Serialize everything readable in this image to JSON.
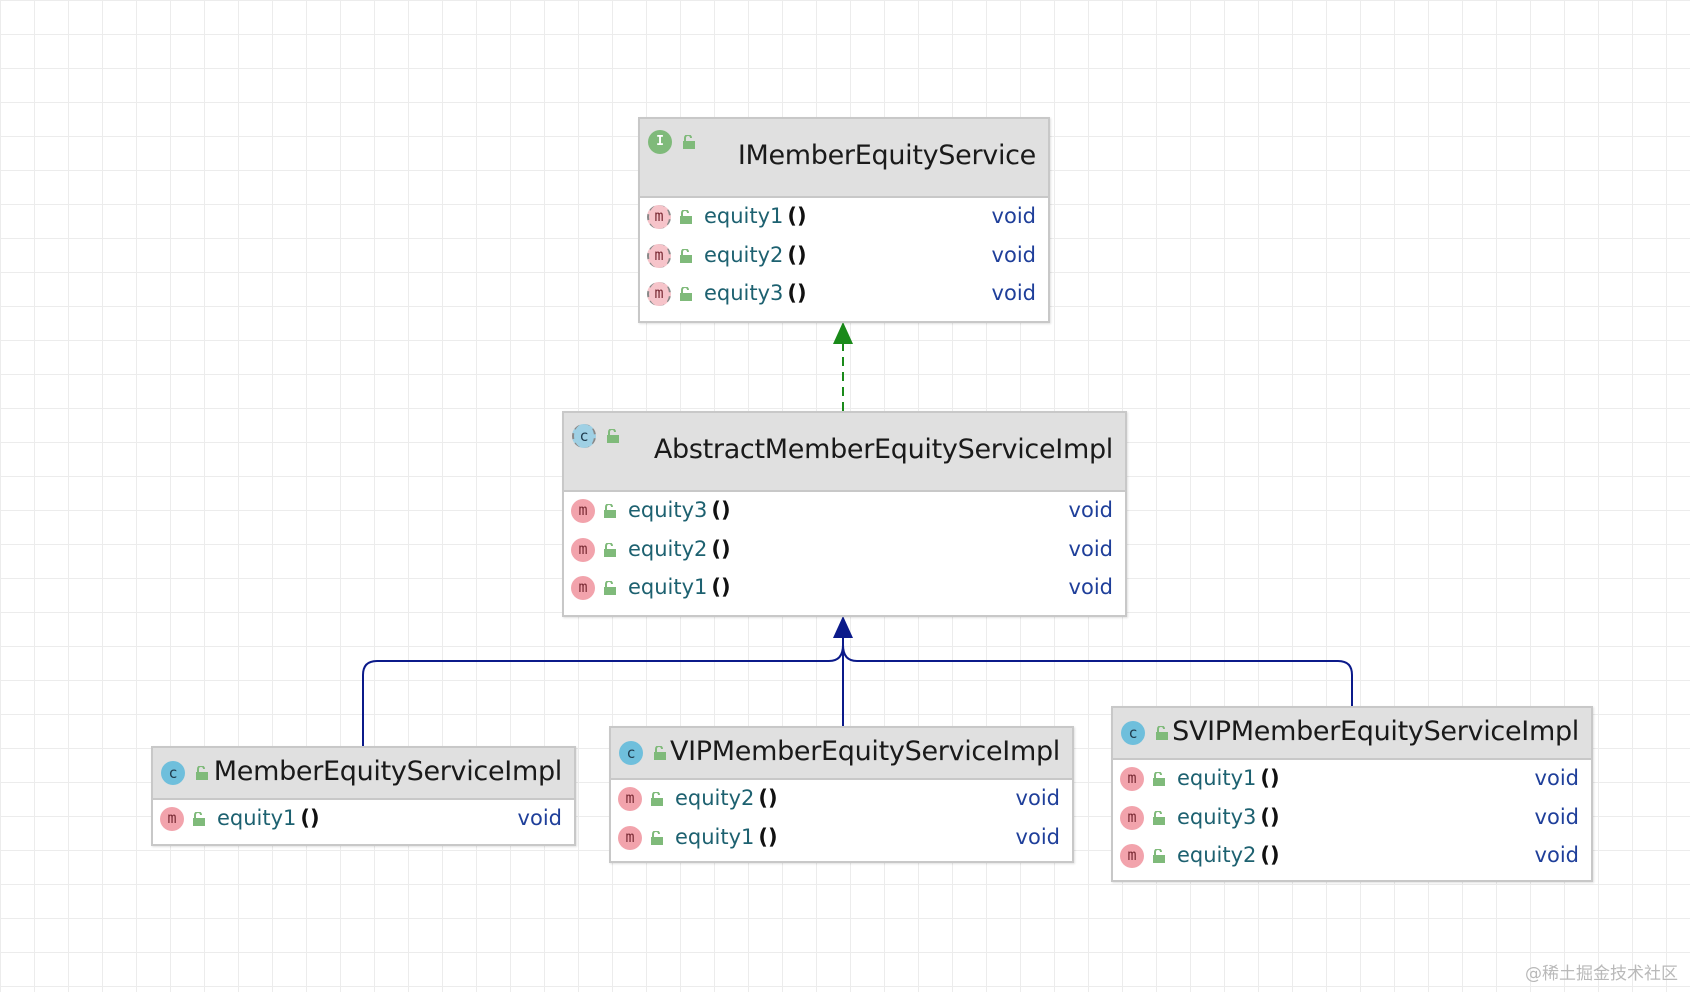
{
  "colors": {
    "interface_icon": "#7fba7a",
    "class_icon": "#6fbfdc",
    "method_icon": "#f2a3ac",
    "realization_arrow": "#1a8a1a",
    "generalization_arrow": "#0b1a8a",
    "method_name": "#1d6170",
    "return_type": "#1f3f9a",
    "header_bg": "#e0e0e0"
  },
  "nodes": {
    "iface": {
      "kind_letter": "I",
      "kind": "interface",
      "title": "IMemberEquityService",
      "methods": [
        {
          "icon_letter": "m",
          "name": "equity1",
          "parens": "()",
          "type": "void"
        },
        {
          "icon_letter": "m",
          "name": "equity2",
          "parens": "()",
          "type": "void"
        },
        {
          "icon_letter": "m",
          "name": "equity3",
          "parens": "()",
          "type": "void"
        }
      ]
    },
    "abstract": {
      "kind_letter": "c",
      "kind": "abstract-class",
      "title": "AbstractMemberEquityServiceImpl",
      "methods": [
        {
          "icon_letter": "m",
          "name": "equity3",
          "parens": "()",
          "type": "void"
        },
        {
          "icon_letter": "m",
          "name": "equity2",
          "parens": "()",
          "type": "void"
        },
        {
          "icon_letter": "m",
          "name": "equity1",
          "parens": "()",
          "type": "void"
        }
      ]
    },
    "member": {
      "kind_letter": "c",
      "kind": "class",
      "title": "MemberEquityServiceImpl",
      "methods": [
        {
          "icon_letter": "m",
          "name": "equity1",
          "parens": "()",
          "type": "void"
        }
      ]
    },
    "vip": {
      "kind_letter": "c",
      "kind": "class",
      "title": "VIPMemberEquityServiceImpl",
      "methods": [
        {
          "icon_letter": "m",
          "name": "equity2",
          "parens": "()",
          "type": "void"
        },
        {
          "icon_letter": "m",
          "name": "equity1",
          "parens": "()",
          "type": "void"
        }
      ]
    },
    "svip": {
      "kind_letter": "c",
      "kind": "class",
      "title": "SVIPMemberEquityServiceImpl",
      "methods": [
        {
          "icon_letter": "m",
          "name": "equity1",
          "parens": "()",
          "type": "void"
        },
        {
          "icon_letter": "m",
          "name": "equity3",
          "parens": "()",
          "type": "void"
        },
        {
          "icon_letter": "m",
          "name": "equity2",
          "parens": "()",
          "type": "void"
        }
      ]
    }
  },
  "relations": [
    {
      "from": "AbstractMemberEquityServiceImpl",
      "to": "IMemberEquityService",
      "kind": "realization"
    },
    {
      "from": "MemberEquityServiceImpl",
      "to": "AbstractMemberEquityServiceImpl",
      "kind": "generalization"
    },
    {
      "from": "VIPMemberEquityServiceImpl",
      "to": "AbstractMemberEquityServiceImpl",
      "kind": "generalization"
    },
    {
      "from": "SVIPMemberEquityServiceImpl",
      "to": "AbstractMemberEquityServiceImpl",
      "kind": "generalization"
    }
  ],
  "watermark": "@稀土掘金技术社区"
}
